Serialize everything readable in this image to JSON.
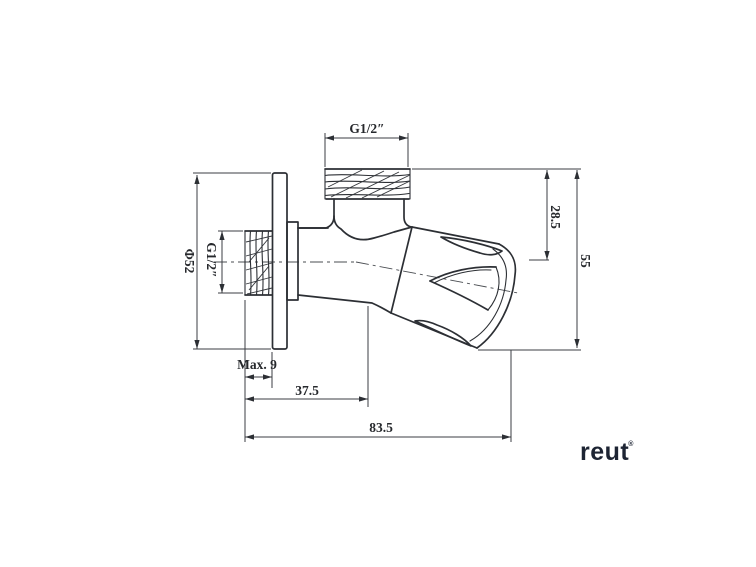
{
  "drawing": {
    "subject": "angle valve technical drawing",
    "line_color": "#2c2f34",
    "dimension_color": "#3b3e43",
    "text_color": "#26282c",
    "dimensions": {
      "outlet_thread": "G1/2″",
      "flange_diameter": "Φ52",
      "inlet_thread": "G1/2″",
      "inlet_thread_length": "Max. 9",
      "flange_to_outlet_axis": "37.5",
      "overall_length": "83.5",
      "outlet_top_to_axis": "28.5",
      "overall_height": "55"
    },
    "logo": {
      "text": "reut",
      "mark": "®",
      "color": "#1d2433"
    }
  }
}
